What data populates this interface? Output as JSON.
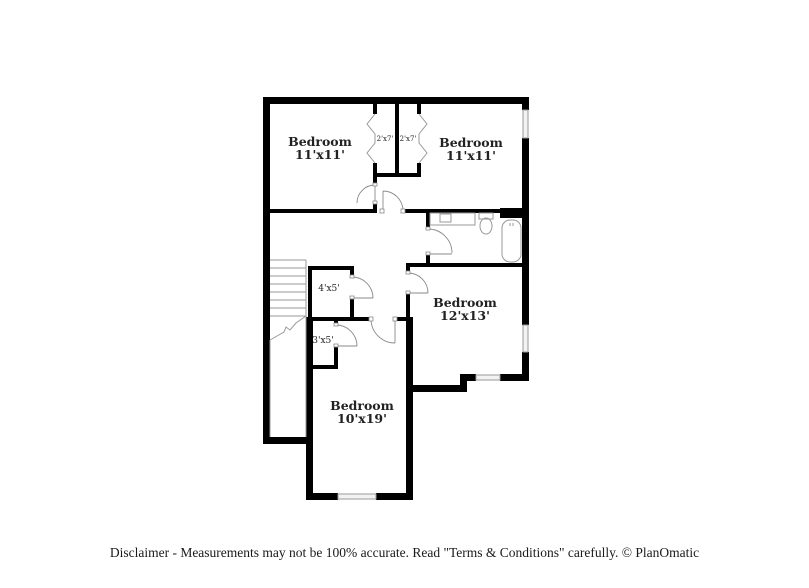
{
  "floorplan": {
    "rooms": [
      {
        "id": "bedroom-nw",
        "name": "Bedroom",
        "dimensions": "11'x11'"
      },
      {
        "id": "bedroom-ne",
        "name": "Bedroom",
        "dimensions": "11'x11'"
      },
      {
        "id": "bedroom-e",
        "name": "Bedroom",
        "dimensions": "12'x13'"
      },
      {
        "id": "bedroom-s",
        "name": "Bedroom",
        "dimensions": "10'x19'"
      }
    ],
    "closets": [
      {
        "id": "closet-nw",
        "dimensions": "2'x7'"
      },
      {
        "id": "closet-ne",
        "dimensions": "2'x7'"
      },
      {
        "id": "closet-hall",
        "dimensions": "4'x5'"
      },
      {
        "id": "closet-s",
        "dimensions": "3'x5'"
      }
    ],
    "fixtures": [
      "sink",
      "toilet",
      "bathtub",
      "stairs"
    ],
    "colors": {
      "wall": "#000000",
      "window": "#f2f2f2",
      "fixture_line": "#999999",
      "background": "#ffffff"
    }
  },
  "footer": {
    "disclaimer": "Disclaimer - Measurements may not be 100% accurate. Read \"Terms & Conditions\" carefully. © PlanOmatic"
  }
}
